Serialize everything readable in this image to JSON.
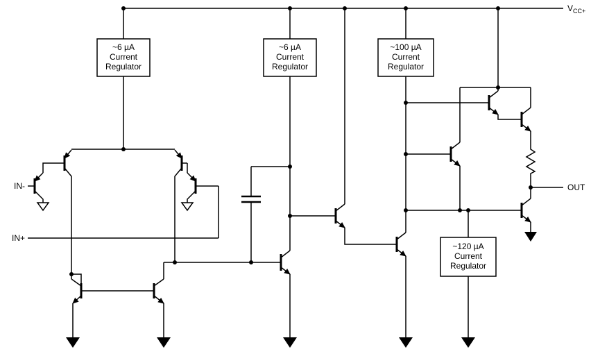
{
  "labels": {
    "vcc_main": "V",
    "vcc_sub": "CC+",
    "in_neg": "IN-",
    "in_pos": "IN+",
    "out": "OUT"
  },
  "regulators": [
    {
      "lines": [
        "~6 µA",
        "Current",
        "Regulator"
      ]
    },
    {
      "lines": [
        "~6 µA",
        "Current",
        "Regulator"
      ]
    },
    {
      "lines": [
        "~100 µA",
        "Current",
        "Regulator"
      ]
    },
    {
      "lines": [
        "~120 µA",
        "Current",
        "Regulator"
      ]
    }
  ],
  "colors": {
    "wire": "#000000",
    "background": "#ffffff",
    "text": "#000000"
  }
}
